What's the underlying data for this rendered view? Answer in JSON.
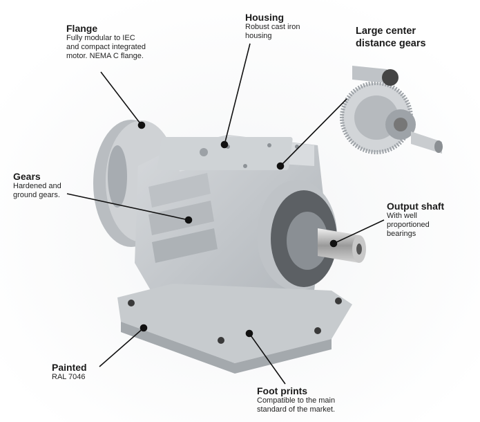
{
  "callouts": {
    "flange": {
      "title": "Flange",
      "desc": "Fully modular to IEC and compact integrated motor. NEMA C flange."
    },
    "housing": {
      "title": "Housing",
      "desc": "Robust cast iron housing"
    },
    "large_gears": {
      "title": "Large center distance gears"
    },
    "gears": {
      "title": "Gears",
      "desc": "Hardened and ground gears."
    },
    "output": {
      "title": "Output shaft",
      "desc": "With well proportioned bearings"
    },
    "painted": {
      "title": "Painted",
      "desc": "RAL 7046"
    },
    "foot": {
      "title": "Foot prints",
      "desc": "Compatible to the main standard of the market."
    }
  },
  "colors": {
    "body": "#c4c8cc",
    "shadow": "#9ea3a8",
    "highlight": "#e2e5e8",
    "leader": "#111111"
  }
}
